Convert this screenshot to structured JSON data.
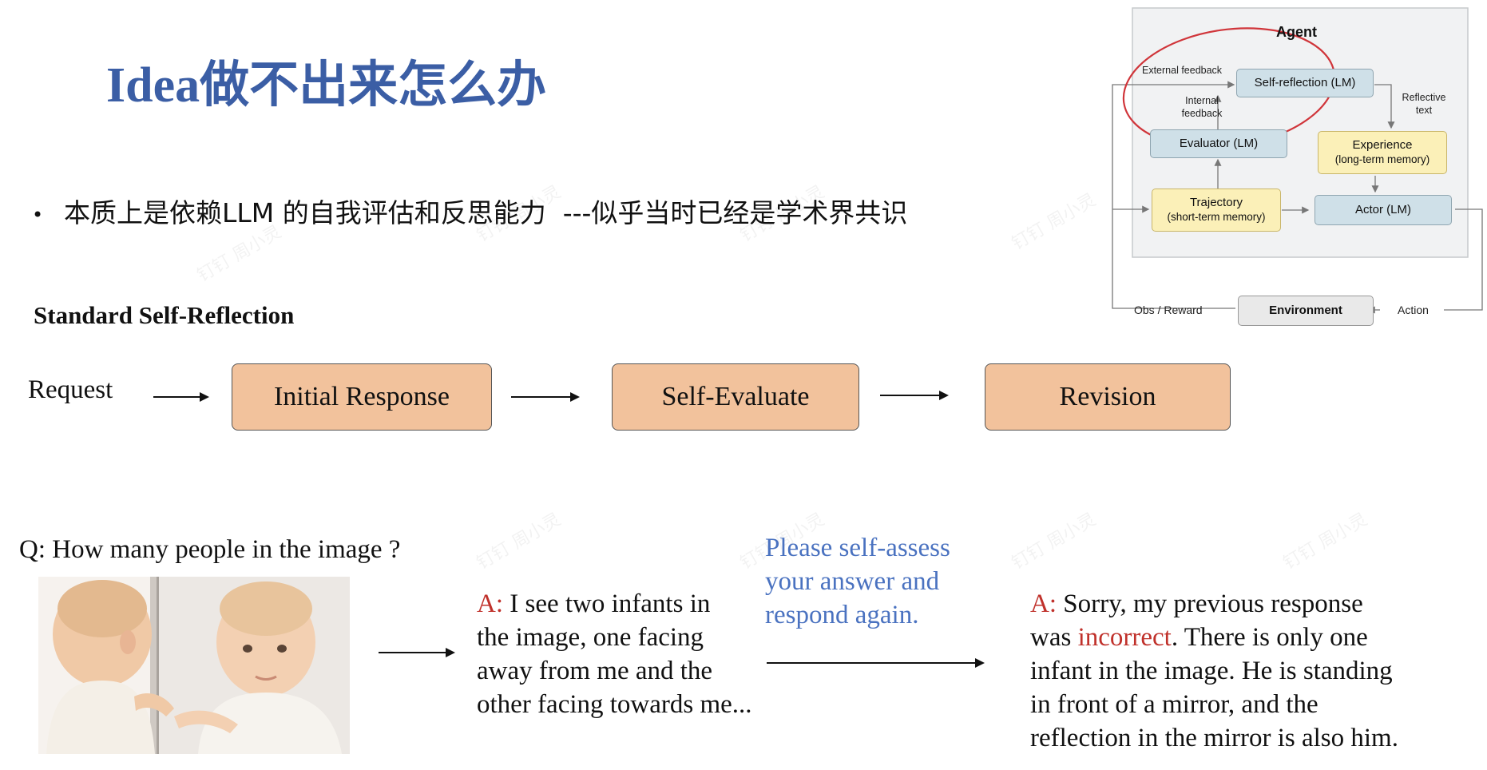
{
  "title": "Idea做不出来怎么办",
  "bullet": {
    "text": "本质上是依赖LLM 的自我评估和反思能力  ---似乎当时已经是学术界共识"
  },
  "standard_flow": {
    "label": "Standard Self-Reflection",
    "request": "Request",
    "steps": [
      "Initial Response",
      "Self-Evaluate",
      "Revision"
    ]
  },
  "example": {
    "question": "Q: How many people in the image ?",
    "answer1": {
      "prefix": "A:",
      "lines": [
        " I see two infants in",
        "the image, one facing",
        "away from me and the",
        "other facing towards me..."
      ]
    },
    "prompt_lines": [
      "Please self-assess",
      "your answer and",
      "respond again."
    ],
    "answer2": {
      "prefix": "A:",
      "line1": " Sorry, my previous response",
      "line2_pre": "was ",
      "line2_red": "incorrect",
      "line2_post": ". There is only one",
      "lines_rest": [
        "infant in the image. He is standing",
        "in front of a mirror, and the",
        "reflection in the mirror is also him."
      ]
    }
  },
  "agent_diagram": {
    "title": "Agent",
    "external_feedback": "External feedback",
    "internal_feedback": [
      "Internal",
      "feedback"
    ],
    "reflective_text": [
      "Reflective",
      "text"
    ],
    "self_reflection": "Self-reflection (LM)",
    "evaluator": "Evaluator (LM)",
    "experience": [
      "Experience",
      "(long-term memory)"
    ],
    "trajectory": [
      "Trajectory",
      "(short-term memory)"
    ],
    "actor": "Actor (LM)",
    "environment": "Environment",
    "obs_reward": "Obs / Reward",
    "action": "Action"
  },
  "watermark": "钉钉 周小灵",
  "colors": {
    "title": "#3b5ea5",
    "step_box": "#f2c29c",
    "answer_prefix": "#c0312b",
    "prompt": "#4a72c0",
    "highlight_circle": "#d0353a"
  }
}
